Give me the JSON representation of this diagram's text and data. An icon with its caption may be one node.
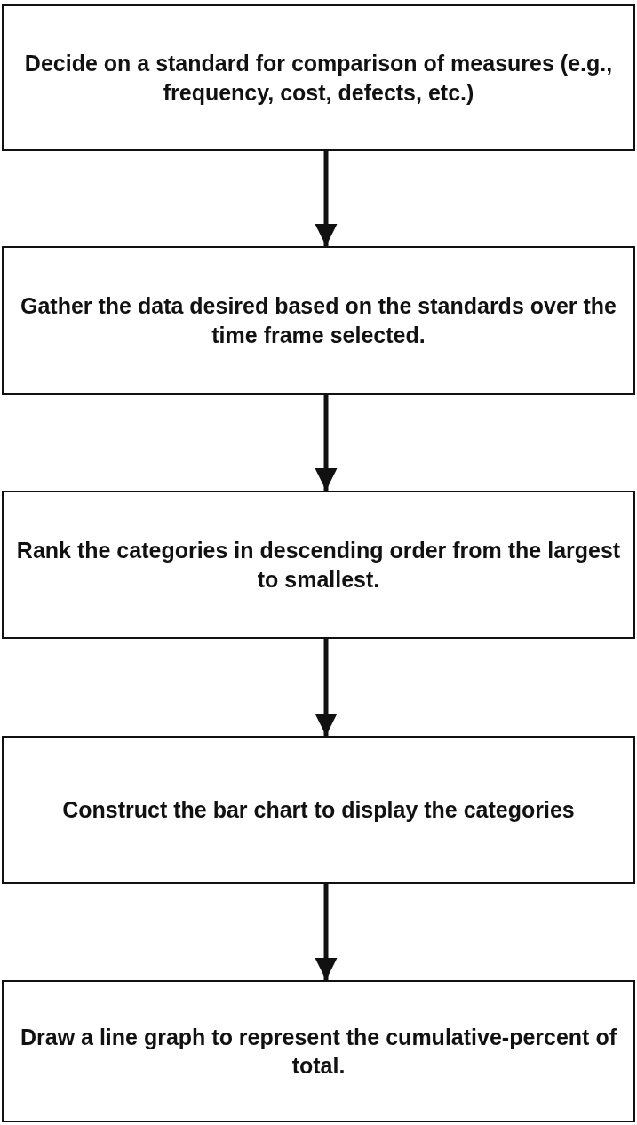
{
  "diagram": {
    "nodes": [
      {
        "text": [
          "Decide on a standard for comparison of measures (e.g., frequency, cost, defects, etc.)"
        ]
      },
      {
        "text": [
          "Gather the data desired based on the standards over the time frame selected."
        ]
      },
      {
        "text": [
          "Rank the categories in descending order from the largest to smallest."
        ]
      },
      {
        "text": [
          "Construct the bar chart to display the categories"
        ]
      },
      {
        "text": [
          "Draw a line graph to represent the cumulative-percent of total."
        ]
      }
    ],
    "edges": [
      {
        "from": 0,
        "to": 1,
        "arrow": "to"
      },
      {
        "from": 1,
        "to": 2,
        "arrow": "to"
      },
      {
        "from": 2,
        "to": 3,
        "arrow": "to"
      },
      {
        "from": 3,
        "to": 4,
        "arrow": "to"
      }
    ]
  }
}
